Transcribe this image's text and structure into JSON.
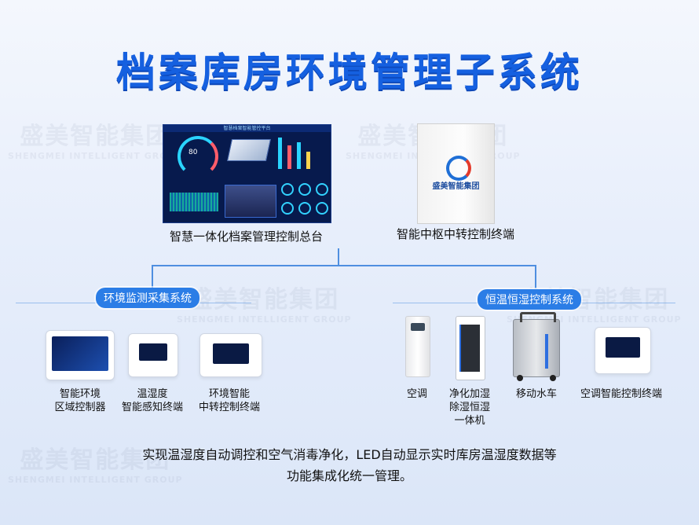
{
  "title": "档案库房环境管理子系统",
  "watermark": {
    "zh": "盛美智能集团",
    "en": "SHENGMEI INTELLIGENT GROUP"
  },
  "top_devices": {
    "dashboard_caption": "智慧一体化档案管理控制总台",
    "dashboard_screen_title": "智慧档案智能管控平台",
    "dashboard_gauge_value": "80",
    "terminal_caption": "智能中枢中转控制终端",
    "terminal_logo": "盛美智能集团"
  },
  "groups": {
    "env": {
      "label": "环境监测采集系统"
    },
    "hvac": {
      "label": "恒温恒湿控制系统"
    }
  },
  "env_devices": [
    {
      "name_line1": "智能环境",
      "name_line2": "区域控制器"
    },
    {
      "name_line1": "温湿度",
      "name_line2": "智能感知终端"
    },
    {
      "name_line1": "环境智能",
      "name_line2": "中转控制终端"
    }
  ],
  "hvac_devices": [
    {
      "name_line1": "空调"
    },
    {
      "name_line1": "净化加湿",
      "name_line2": "除湿恒湿",
      "name_line3": "一体机"
    },
    {
      "name_line1": "移动水车"
    },
    {
      "name_line1": "空调智能控制终端"
    }
  ],
  "description": {
    "line1": "实现温湿度自动调控和空气消毒净化，LED自动显示实时库房温湿度数据等",
    "line2": "功能集成化统一管理。"
  },
  "colors": {
    "title": "#1560e0",
    "pill": "#2b7de6",
    "line": "#4f8fe0"
  }
}
